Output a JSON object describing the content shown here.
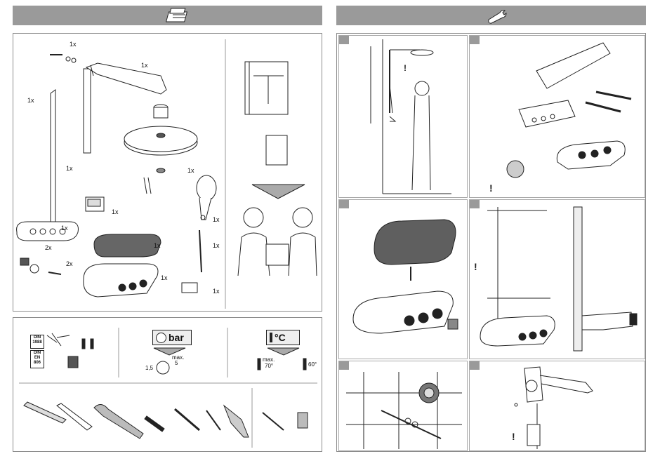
{
  "left_header": {
    "icon": "parts-box-icon"
  },
  "right_header": {
    "icon": "wrench-icon"
  },
  "parts": {
    "qty_1x": "1x",
    "qty_2x": "2x"
  },
  "tools_panel": {
    "din_1": "DIN",
    "din_1988": "1988",
    "din_2": "DIN",
    "din_en": "EN",
    "din_806": "806",
    "bar_unit": "bar",
    "bar_max_label": "max.",
    "bar_max_value": "5",
    "bar_min_value": "1,5",
    "temp_unit": "°C",
    "temp_max_label": "max.",
    "temp_max_value": "70°",
    "temp_rec_value": "60°"
  },
  "colors": {
    "header_gray": "#9a9a9a",
    "panel_border": "#8c8c8c"
  }
}
